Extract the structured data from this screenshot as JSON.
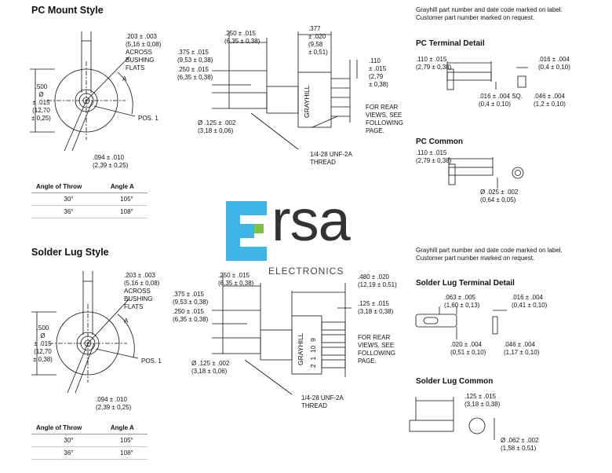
{
  "pc_mount": {
    "title": "PC Mount Style",
    "dims": {
      "bushing_flats": ".203 ± .003\n(5,16 ± 0,08)\nACROSS\nBUSHING\nFLATS",
      "bushing_len": ".250 ± .015\n(6,35 ± 0,38)",
      "body_len": ".377\n± .020\n(9,58\n± 0,51)",
      "terminal": ".110\n± .015\n(2,79\n± 0,38)",
      "shaft_len": ".375 ± .015\n(9,53 ± 0,38)",
      "flat_len": ".250 ± .015\n(6,35 ± 0,38)",
      "diameter": ".500\nØ\n± .015\n(12,70\n± 0,25)",
      "angle": "A",
      "pos": "POS. 1",
      "shaft_dia": "Ø .125 ± .002\n(3,18 ± 0,06)",
      "flat": ".094 ± .010\n(2,39 ± 0,25)",
      "thread": "1/4-28 UNF-2A\nTHREAD",
      "rear_views": "FOR REAR\nVIEWS, SEE\nFOLLOWING\nPAGE.",
      "body_label": "GRAYHILL"
    },
    "table": {
      "headers": [
        "Angle of Throw",
        "Angle A"
      ],
      "rows": [
        [
          "30°",
          "105°"
        ],
        [
          "36°",
          "108°"
        ]
      ]
    }
  },
  "pc_right": {
    "note": "Grayhill part number and date code marked on label.\nCustomer part number marked on request.",
    "terminal_title": "PC Terminal Detail",
    "terminal_dims": {
      "a": ".110 ± .015\n(2,79 ± 0,38)",
      "b": ".016 ± .004\n(0,4 ± 0,10)",
      "c": ".016 ± .004 SQ.\n(0,4 ± 0,10)",
      "d": ".046 ± .004\n(1,2 ± 0,10)"
    },
    "common_title": "PC Common",
    "common_dims": {
      "a": ".110 ± .015\n(2,79 ± 0,38)",
      "b": "Ø .025 ± .002\n(0,64 ± 0,05)"
    }
  },
  "logo": {
    "text": "rsa",
    "sub": "ELECTRONICS",
    "accent": "#3db5e6",
    "green": "#7ec04a"
  },
  "solder_lug": {
    "title": "Solder Lug Style",
    "dims": {
      "bushing_flats": ".203 ± .003\n(5,16 ± 0,08)\nACROSS\nBUSHING\nFLATS",
      "bushing_len": ".250 ± .015\n(6,35 ± 0,38)",
      "body_len": ".480 ± .020\n(12,19 ± 0,51)",
      "terminal": ".125 ± .015\n(3,18 ± 0,38)",
      "shaft_len": ".375 ± .015\n(9,53 ± 0,38)",
      "flat_len": ".250 ± .015\n(6,35 ± 0,38)",
      "diameter": ".500\nØ\n± .015\n(12,70\n± 0,38)",
      "angle": "A",
      "pos": "POS. 1",
      "shaft_dia": "Ø .125 ± .002\n(3,18 ± 0,06)",
      "flat": ".094 ± .010\n(2,39 ± 0,25)",
      "thread": "1/4-28 UNF-2A\nTHREAD",
      "rear_views": "FOR REAR\nVIEWS, SEE\nFOLLOWING\nPAGE.",
      "body_label": "GRAYHILL",
      "body_nums": "2  1  10  9"
    },
    "table": {
      "headers": [
        "Angle of Throw",
        "Angle A"
      ],
      "rows": [
        [
          "30°",
          "105°"
        ],
        [
          "36°",
          "108°"
        ]
      ]
    }
  },
  "sl_right": {
    "note": "Grayhill part number and date code marked on label.\nCustomer part number marked on request.",
    "terminal_title": "Solder Lug Terminal Detail",
    "terminal_dims": {
      "a": ".063 ± .005\n(1,60 ± 0,13)",
      "b": ".016 ± .004\n(0,41 ± 0,10)",
      "c": ".020 ± .004\n(0,51 ± 0,10)",
      "d": ".046 ± .004\n(1,17 ± 0,10)"
    },
    "common_title": "Solder Lug Common",
    "common_dims": {
      "a": ".125 ± .015\n(3,18 ± 0,38)",
      "b": "Ø .062 ± .002\n(1,58 ± 0,51)"
    }
  }
}
